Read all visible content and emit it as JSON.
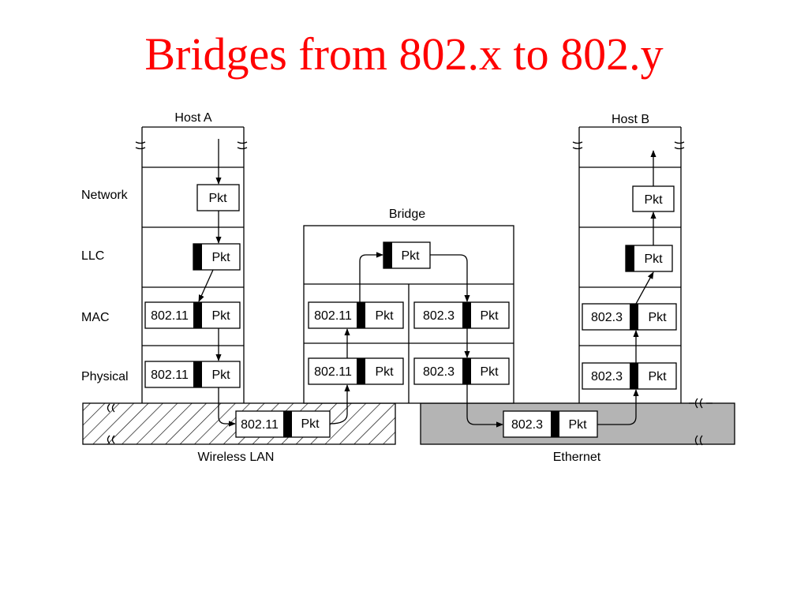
{
  "title": "Bridges from 802.x to 802.y",
  "colors": {
    "title": "#ff0000",
    "ethernet_fill": "#b4b4b4",
    "header_mark": "#000000"
  },
  "layers": {
    "network": "Network",
    "llc": "LLC",
    "mac": "MAC",
    "physical": "Physical"
  },
  "host_a": {
    "label": "Host A",
    "network_pkt": "Pkt",
    "llc_pkt": "Pkt",
    "mac_header": "802.11",
    "mac_pkt": "Pkt",
    "phys_header": "802.11",
    "phys_pkt": "Pkt"
  },
  "bridge": {
    "label": "Bridge",
    "llc_pkt": "Pkt",
    "left_mac_header": "802.11",
    "left_mac_pkt": "Pkt",
    "left_phys_header": "802.11",
    "left_phys_pkt": "Pkt",
    "right_mac_header": "802.3",
    "right_mac_pkt": "Pkt",
    "right_phys_header": "802.3",
    "right_phys_pkt": "Pkt"
  },
  "host_b": {
    "label": "Host B",
    "network_pkt": "Pkt",
    "llc_pkt": "Pkt",
    "mac_header": "802.3",
    "mac_pkt": "Pkt",
    "phys_header": "802.3",
    "phys_pkt": "Pkt"
  },
  "wireless_lan": {
    "label": "Wireless LAN",
    "frame_header": "802.11",
    "frame_pkt": "Pkt"
  },
  "ethernet": {
    "label": "Ethernet",
    "frame_header": "802.3",
    "frame_pkt": "Pkt"
  }
}
